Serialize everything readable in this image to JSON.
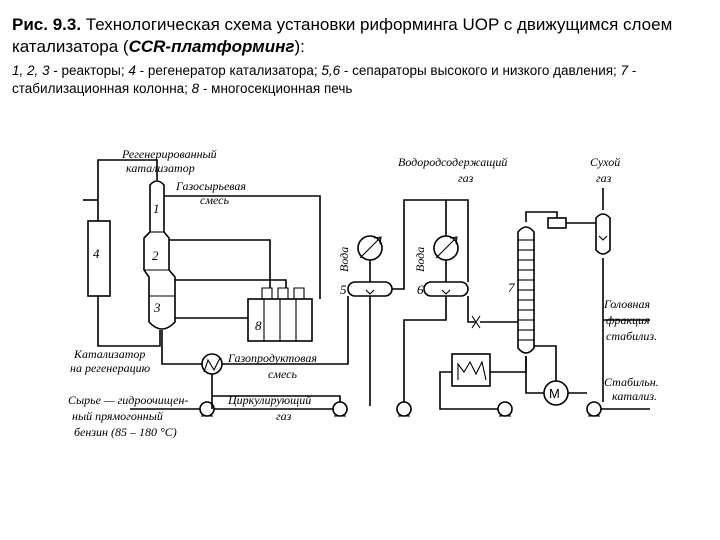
{
  "caption": {
    "fig_label": "Рис. 9.3.",
    "title": " Технологическая схема установки риформинга UOP с движущимся слоем катализатора (",
    "title_process": "CCR-платформинг",
    "title_end": "):",
    "legend_parts": [
      {
        "t": "1, 2, 3",
        "i": true
      },
      {
        "t": " - реакторы; ",
        "i": false
      },
      {
        "t": "4",
        "i": true
      },
      {
        "t": " - регенератор катализатора; ",
        "i": false
      },
      {
        "t": "5,6",
        "i": true
      },
      {
        "t": " - сепараторы высокого и низкого давления; ",
        "i": false
      },
      {
        "t": "7",
        "i": true
      },
      {
        "t": " - стабилизационная колонна; ",
        "i": false
      },
      {
        "t": "8",
        "i": true
      },
      {
        "t": " - многосекционная печь",
        "i": false
      }
    ]
  },
  "labels": {
    "regen_cat_1": "Регенерированный",
    "regen_cat_2": "катализатор",
    "gas_raw_1": "Газосырьевая",
    "gas_raw_2": "смесь",
    "h2_gas_1": "Водородсодержащий",
    "h2_gas_2": "газ",
    "dry_gas_1": "Сухой",
    "dry_gas_2": "газ",
    "water_a": "Вода",
    "water_b": "Вода",
    "head_frac_1": "Головная",
    "head_frac_2": "фракция",
    "head_frac_3": "стабилиз.",
    "cat_regen_1": "Катализатор",
    "cat_regen_2": "на регенерацию",
    "gas_prod_1": "Газопродуктовая",
    "gas_prod_2": "смесь",
    "circ_gas_1": "Циркулирующий",
    "circ_gas_2": "газ",
    "stab_cat_1": "Стабильн.",
    "stab_cat_2": "катализ.",
    "feed_1": "Сырье — гидроочищен-",
    "feed_2": "ный прямогонный",
    "feed_3": "бензин (85 – 180 °С)"
  },
  "numbers": {
    "n1": "1",
    "n2": "2",
    "n3": "3",
    "n4": "4",
    "n5": "5",
    "n6": "6",
    "n7": "7",
    "n8": "8"
  },
  "mixer_glyph": "M"
}
